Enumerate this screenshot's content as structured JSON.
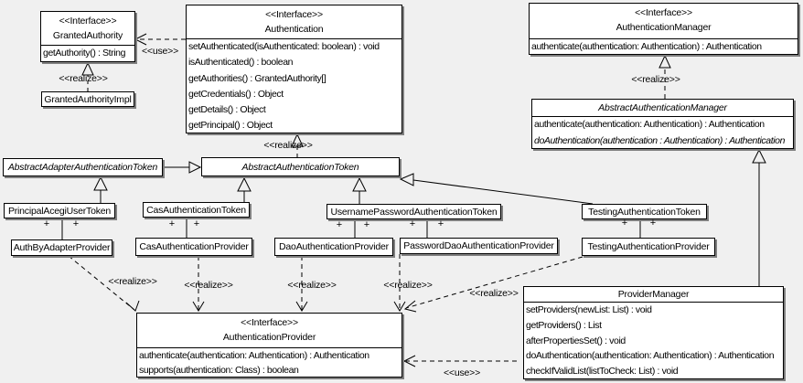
{
  "diagram": {
    "background": "#f0f0f0",
    "box_fill": "#ffffff",
    "border_color": "#000000",
    "shadow_color": "#7f7f7f"
  },
  "labels": {
    "use": "<<use>>",
    "realize": "<<realize>>",
    "plus": "+"
  },
  "classes": {
    "granted_authority": {
      "stereotype": "<<Interface>>",
      "name": "GrantedAuthority",
      "methods": [
        "getAuthority() : String"
      ]
    },
    "granted_authority_impl": {
      "name": "GrantedAuthorityImpl"
    },
    "authentication": {
      "stereotype": "<<Interface>>",
      "name": "Authentication",
      "methods": [
        "setAuthenticated(isAuthenticated: boolean) : void",
        "isAuthenticated() : boolean",
        "getAuthorities() : GrantedAuthority[]",
        "getCredentials() : Object",
        "getDetails() : Object",
        "getPrincipal() : Object"
      ]
    },
    "authentication_manager": {
      "stereotype": "<<Interface>>",
      "name": "AuthenticationManager",
      "methods": [
        "authenticate(authentication: Authentication) : Authentication"
      ]
    },
    "abstract_authentication_manager": {
      "name": "AbstractAuthenticationManager",
      "methods": [
        "authenticate(authentication: Authentication) : Authentication",
        "doAuthentication(authentication : Authentication) : Authentication"
      ]
    },
    "abstract_adapter_authentication_token": {
      "name": "AbstractAdapterAuthenticationToken"
    },
    "abstract_authentication_token": {
      "name": "AbstractAuthenticationToken"
    },
    "principal_acegi_user_token": {
      "name": "PrincipalAcegiUserToken"
    },
    "cas_authentication_token": {
      "name": "CasAuthenticationToken"
    },
    "username_password_authentication_token": {
      "name": "UsernamePasswordAuthenticationToken"
    },
    "testing_authentication_token": {
      "name": "TestingAuthenticationToken"
    },
    "auth_by_adapter_provider": {
      "name": "AuthByAdapterProvider"
    },
    "cas_authentication_provider": {
      "name": "CasAuthenticationProvider"
    },
    "dao_authentication_provider": {
      "name": "DaoAuthenticationProvider"
    },
    "password_dao_authentication_provider": {
      "name": "PasswordDaoAuthenticationProvider"
    },
    "testing_authentication_provider": {
      "name": "TestingAuthenticationProvider"
    },
    "authentication_provider": {
      "stereotype": "<<Interface>>",
      "name": "AuthenticationProvider",
      "methods": [
        "authenticate(authentication: Authentication) : Authentication",
        "supports(authentication: Class) : boolean"
      ]
    },
    "provider_manager": {
      "name": "ProviderManager",
      "methods": [
        "setProviders(newList: List) : void",
        "getProviders() : List",
        "afterPropertiesSet() : void",
        "doAuthentication(authentication: Authentication) : Authentication",
        "checkIfValidList(listToCheck: List) : void"
      ]
    }
  }
}
